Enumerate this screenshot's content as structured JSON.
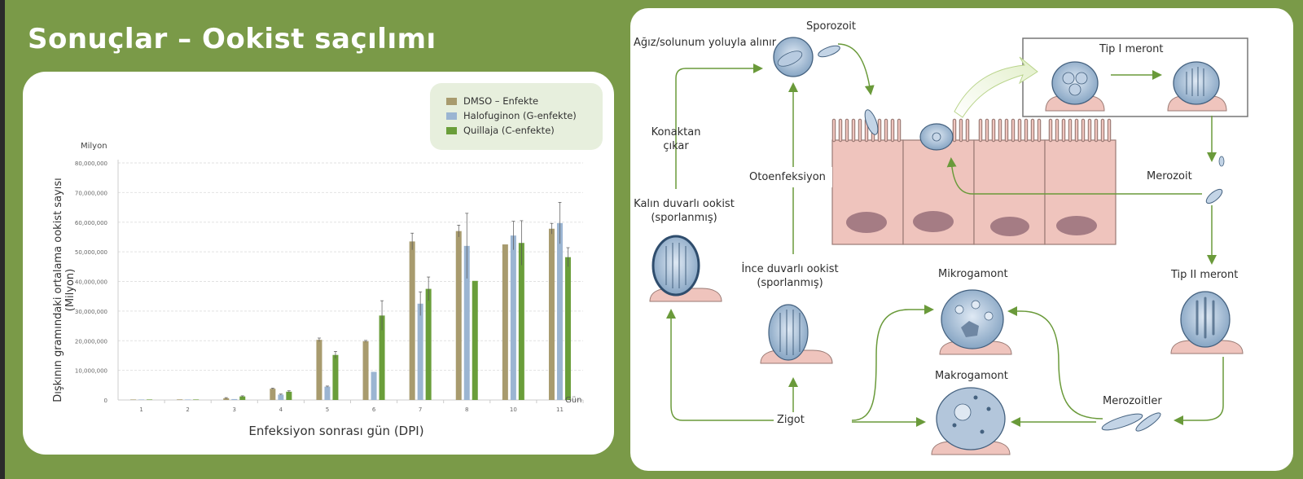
{
  "slide": {
    "title": "Sonuçlar – Ookist saçılımı"
  },
  "chart_data": {
    "type": "bar",
    "ylabel": "Dışkının gramındaki ortalama ookist sayısı (Milyon)",
    "xlabel": "Enfeksiyon sonrası gün (DPI)",
    "unit_label": "Milyon",
    "x_unit": "Gün",
    "ylim": [
      0,
      80000000
    ],
    "yticks": [
      "0",
      "10,000,000",
      "20,000,000",
      "30,000,000",
      "40,000,000",
      "50,000,000",
      "60,000,000",
      "70,000,000",
      "80,000,000"
    ],
    "grid": true,
    "legend_position": "top-right",
    "categories": [
      "1",
      "2",
      "3",
      "4",
      "5",
      "6",
      "7",
      "8",
      "10",
      "11"
    ],
    "series": [
      {
        "name": "DMSO – Enfekte",
        "color": "#a89b6e",
        "values": [
          100000,
          200000,
          600000,
          3800000,
          20300000,
          19800000,
          53500000,
          57000000,
          52500000,
          57800000
        ],
        "errors": [
          0,
          0,
          200000,
          200000,
          600000,
          300000,
          2800000,
          2000000,
          0,
          1800000
        ]
      },
      {
        "name": "Halofuginon (G-enfekte)",
        "color": "#9bb5d2",
        "values": [
          0,
          100000,
          300000,
          1800000,
          4500000,
          9500000,
          32500000,
          52000000,
          55500000,
          59700000
        ],
        "errors": [
          0,
          0,
          0,
          200000,
          200000,
          0,
          4000000,
          11000000,
          4800000,
          7000000
        ]
      },
      {
        "name": "Quillaja (C-enfekte)",
        "color": "#6a9e3a",
        "values": [
          0,
          0,
          1200000,
          2800000,
          15200000,
          28500000,
          37500000,
          40200000,
          53000000,
          48200000
        ],
        "errors": [
          0,
          0,
          200000,
          300000,
          1200000,
          5000000,
          4000000,
          0,
          7500000,
          3200000
        ]
      }
    ]
  },
  "diagram": {
    "labels": {
      "sporozoit": "Sporozoit",
      "agiz": "Ağız/solunum yoluyla alınır",
      "tip1": "Tip I meront",
      "konaktan_1": "Konaktan",
      "konaktan_2": "çıkar",
      "otoenfeksiyon": "Otoenfeksiyon",
      "merozoit": "Merozoit",
      "kalin_1": "Kalın duvarlı ookist",
      "kalin_2": "(sporlanmış)",
      "ince_1": "İnce duvarlı ookist",
      "ince_2": "(sporlanmış)",
      "mikrogamont": "Mikrogamont",
      "tip2": "Tip II meront",
      "makrogamont": "Makrogamont",
      "merozoitler": "Merozoitler",
      "zigot": "Zigot"
    }
  }
}
